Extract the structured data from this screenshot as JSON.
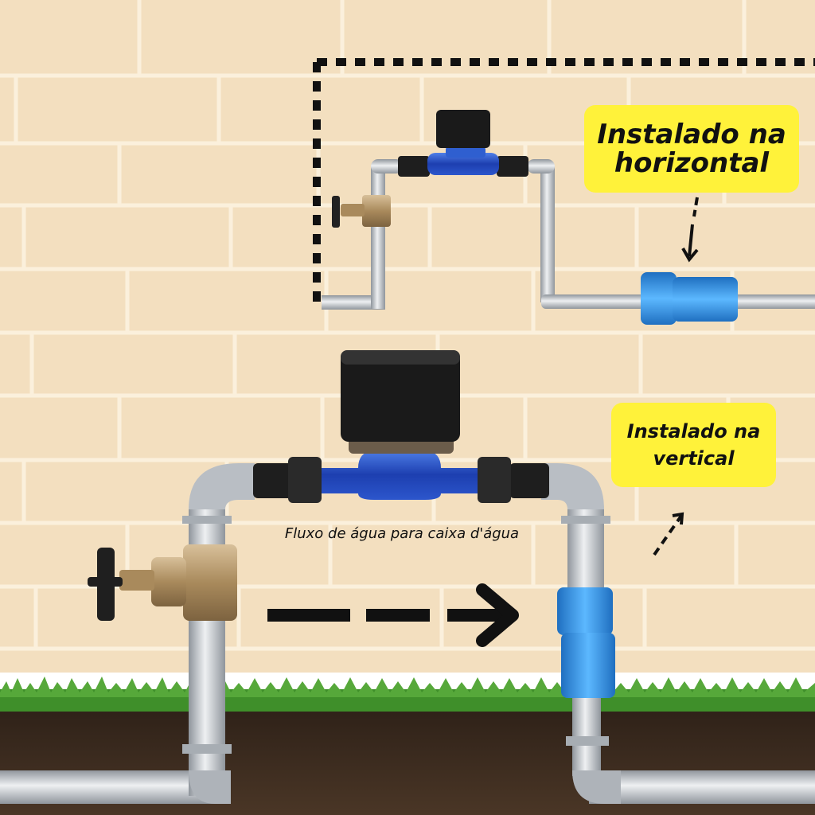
{
  "labels": {
    "horizontal_callout": "Instalado na horizontal",
    "vertical_callout": "Instalado na vertical",
    "flow_label": "Fluxo de água para caixa d'água"
  },
  "colors": {
    "wall": "#f3dfbf",
    "brick_line": "#fbf0dc",
    "callout": "#fff23a",
    "pipe": "#c9cdd2",
    "valve_blue": "#2f5fd0",
    "filter_blue": "#3d9eef",
    "meter_cap": "#1a1a1a",
    "brass": "#b09060",
    "soil": "#3a2a1e",
    "grass": "#3f8f2a"
  },
  "icons": {
    "flow_arrow": "arrow-right-icon",
    "horizontal_pointer": "arrow-down-icon",
    "vertical_pointer": "arrow-up-right-icon"
  }
}
